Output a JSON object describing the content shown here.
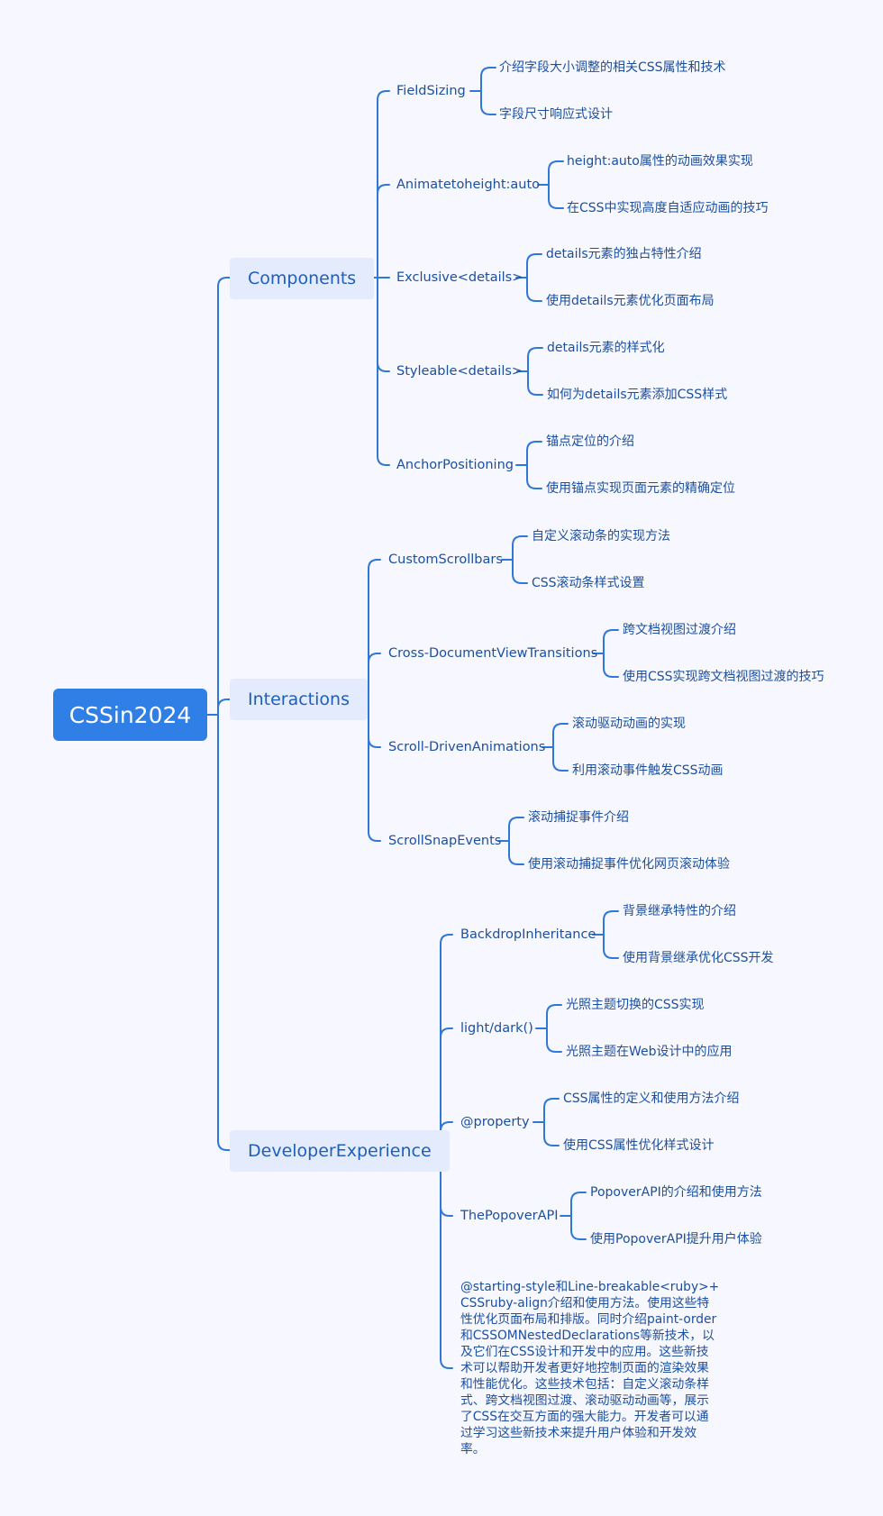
{
  "root": {
    "label": "CSSin2024"
  },
  "branches": [
    {
      "label": "Components",
      "children": [
        {
          "label": "FieldSizing",
          "leaves": [
            "介绍字段大小调整的相关CSS属性和技术",
            "字段尺寸响应式设计"
          ]
        },
        {
          "label": "Animatetoheight:auto",
          "leaves": [
            "height:auto属性的动画效果实现",
            "在CSS中实现高度自适应动画的技巧"
          ]
        },
        {
          "label": "Exclusive<details>",
          "leaves": [
            "details元素的独占特性介绍",
            "使用details元素优化页面布局"
          ]
        },
        {
          "label": "Styleable<details>",
          "leaves": [
            "details元素的样式化",
            "如何为details元素添加CSS样式"
          ]
        },
        {
          "label": "AnchorPositioning",
          "leaves": [
            "锚点定位的介绍",
            "使用锚点实现页面元素的精确定位"
          ]
        }
      ]
    },
    {
      "label": "Interactions",
      "children": [
        {
          "label": "CustomScrollbars",
          "leaves": [
            "自定义滚动条的实现方法",
            "CSS滚动条样式设置"
          ]
        },
        {
          "label": "Cross-DocumentViewTransitions",
          "leaves": [
            "跨文档视图过渡介绍",
            "使用CSS实现跨文档视图过渡的技巧"
          ]
        },
        {
          "label": "Scroll-DrivenAnimations",
          "leaves": [
            "滚动驱动动画的实现",
            "利用滚动事件触发CSS动画"
          ]
        },
        {
          "label": "ScrollSnapEvents",
          "leaves": [
            "滚动捕捉事件介绍",
            "使用滚动捕捉事件优化网页滚动体验"
          ]
        }
      ]
    },
    {
      "label": "DeveloperExperience",
      "children": [
        {
          "label": "BackdropInheritance",
          "leaves": [
            "背景继承特性的介绍",
            "使用背景继承优化CSS开发"
          ]
        },
        {
          "label": "light/dark()",
          "leaves": [
            "光照主题切换的CSS实现",
            "光照主题在Web设计中的应用"
          ]
        },
        {
          "label": "@property",
          "leaves": [
            "CSS属性的定义和使用方法介绍",
            "使用CSS属性优化样式设计"
          ]
        },
        {
          "label": "ThePopoverAPI",
          "leaves": [
            "PopoverAPI的介绍和使用方法",
            "使用PopoverAPI提升用户体验"
          ]
        },
        {
          "label": "@starting-style和Line-breakable<ruby>+CSSruby-align介绍和使用方法。使用这些特性优化页面布局和排版。同时介绍paint-order和CSSOMNestedDeclarations等新技术，以及它们在CSS设计和开发中的应用。这些新技术可以帮助开发者更好地控制页面的渲染效果和性能优化。这些技术包括：自定义滚动条样式、跨文档视图过渡、滚动驱动动画等，展示了CSS在交互方面的强大能力。开发者可以通过学习这些新技术来提升用户体验和开发效率。",
          "leaves": []
        }
      ]
    }
  ]
}
